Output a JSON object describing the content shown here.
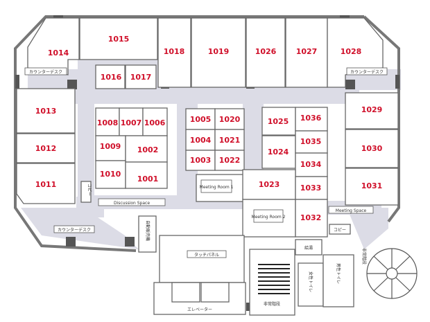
{
  "rooms": {
    "r1015": "1015",
    "r1018": "1018",
    "r1019": "1019",
    "r1026": "1026",
    "r1027": "1027",
    "r1014": "1014",
    "r1028": "1028",
    "r1016": "1016",
    "r1017": "1017",
    "r1013": "1013",
    "r1012": "1012",
    "r1011": "1011",
    "r1008": "1008",
    "r1007": "1007",
    "r1006": "1006",
    "r1009": "1009",
    "r1002": "1002",
    "r1010": "1010",
    "r1001": "1001",
    "r1005": "1005",
    "r1020": "1020",
    "r1004": "1004",
    "r1021": "1021",
    "r1003": "1003",
    "r1022": "1022",
    "r1025": "1025",
    "r1036": "1036",
    "r1024": "1024",
    "r1035": "1035",
    "r1034": "1034",
    "r1023": "1023",
    "r1033": "1033",
    "r1032": "1032",
    "r1029": "1029",
    "r1030": "1030",
    "r1031": "1031"
  },
  "labels": {
    "counter_desk": "カウンターデスク",
    "discussion_space": "Discussion Space",
    "meeting_space": "Meeting Space",
    "meeting_room_1": "Meeting Room 1",
    "meeting_room_2": "Meeting Room 2",
    "copy": "コピー",
    "touch_panel": "タッチパネル",
    "elevator": "エレベーター",
    "emergency_stairs": "非常階段",
    "vending": "自動販売機",
    "kyutou": "給湯",
    "toilet_w": "女性トイレ",
    "toilet_m": "男性トイレ"
  }
}
